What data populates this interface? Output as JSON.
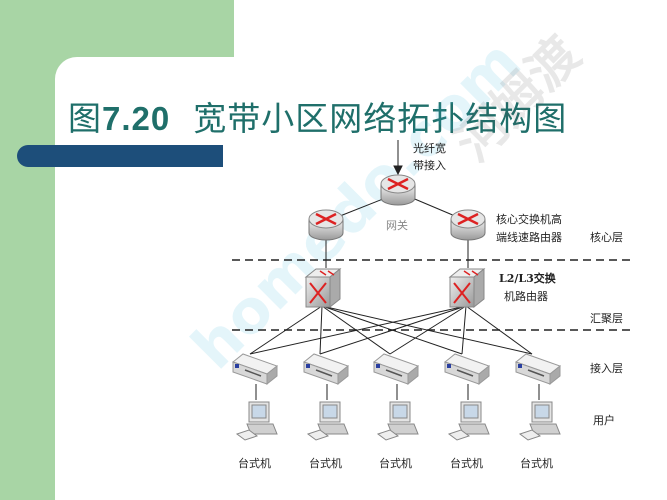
{
  "slide": {
    "title_prefix": "图",
    "title_number": "7.20",
    "title_text": "宽带小区网络拓扑结构图"
  },
  "diagram": {
    "input_label_1": "光纤宽",
    "input_label_2": "带接入",
    "gateway_label": "网关",
    "core_router_label_1": "核心交换机高",
    "core_router_label_2": "端线速路由器",
    "switch_label_1": "L2/L3交换",
    "switch_label_2": "机路由器",
    "layers": {
      "core": "核心层",
      "aggregation": "汇聚层",
      "access": "接入层",
      "user": "用户"
    },
    "desktops": [
      "台式机",
      "台式机",
      "台式机",
      "台式机",
      "台式机"
    ]
  },
  "watermark": {
    "text1": "homedo.com",
    "text2": "河姆渡"
  },
  "colors": {
    "green": "#a8d5a5",
    "title": "#1f6f6a",
    "bar": "#1d4e7a"
  }
}
